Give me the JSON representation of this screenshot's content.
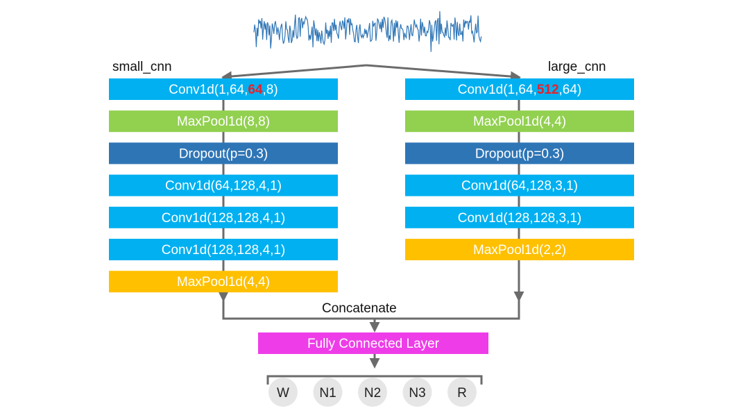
{
  "colors": {
    "conv": "#00b0f0",
    "maxpool_green": "#92d050",
    "dropout": "#2e75b6",
    "maxpool_orange": "#ffc000",
    "fc": "#ee3de8",
    "highlight": "#e8212a",
    "arrow": "#6b6b6b",
    "class_circle": "#e6e6e6",
    "signal": "#2e75b6"
  },
  "input_signal_icon": "eeg-waveform",
  "branches": {
    "small": {
      "label": "small_cnn",
      "layers": [
        {
          "type": "conv",
          "pre": "Conv1d(1,64,",
          "hl": "64",
          "post": ",8)"
        },
        {
          "type": "maxpool_green",
          "text": "MaxPool1d(8,8)"
        },
        {
          "type": "dropout",
          "text": "Dropout(p=0.3)"
        },
        {
          "type": "conv",
          "text": "Conv1d(64,128,4,1)"
        },
        {
          "type": "conv",
          "text": "Conv1d(128,128,4,1)"
        },
        {
          "type": "conv",
          "text": "Conv1d(128,128,4,1)"
        },
        {
          "type": "maxpool_orange",
          "text": "MaxPool1d(4,4)"
        }
      ]
    },
    "large": {
      "label": "large_cnn",
      "layers": [
        {
          "type": "conv",
          "pre": "Conv1d(1,64,",
          "hl": "512",
          "post": ",64)"
        },
        {
          "type": "maxpool_green",
          "text": "MaxPool1d(4,4)"
        },
        {
          "type": "dropout",
          "text": "Dropout(p=0.3)"
        },
        {
          "type": "conv",
          "text": "Conv1d(64,128,3,1)"
        },
        {
          "type": "conv",
          "text": "Conv1d(128,128,3,1)"
        },
        {
          "type": "maxpool_orange",
          "text": "MaxPool1d(2,2)"
        }
      ]
    }
  },
  "concatenate_label": "Concatenate",
  "fc_label": "Fully Connected Layer",
  "classes": [
    "W",
    "N1",
    "N2",
    "N3",
    "R"
  ]
}
